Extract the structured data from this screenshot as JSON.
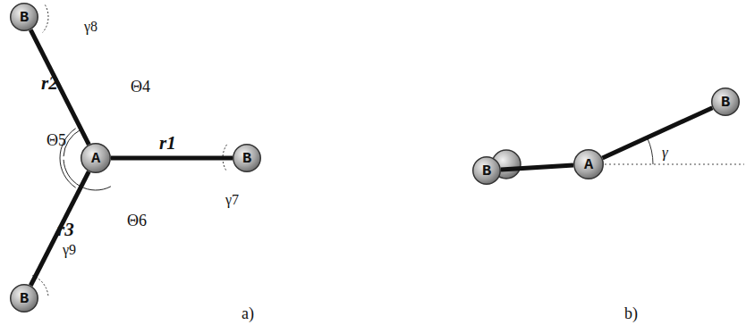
{
  "diagram": {
    "nodes": [
      {
        "text": [
          "B"
        ]
      },
      {
        "text": [
          "A"
        ]
      },
      {
        "text": [
          "B"
        ]
      },
      {
        "text": [
          "B"
        ]
      },
      {
        "text": [
          "B"
        ]
      },
      {
        "text": [
          "A"
        ]
      },
      {
        "text": [
          "B"
        ]
      }
    ],
    "edges": [
      {
        "from": 1,
        "to": 2,
        "arrow": "none"
      },
      {
        "from": 1,
        "to": 0,
        "arrow": "none"
      },
      {
        "from": 1,
        "to": 3,
        "arrow": "none"
      },
      {
        "from": 5,
        "to": 4,
        "arrow": "none"
      },
      {
        "from": 5,
        "to": 6,
        "arrow": "none"
      }
    ],
    "labels": [
      "r1",
      "r2",
      "r3",
      "Θ4",
      "Θ5",
      "Θ6",
      "γ7",
      "γ8",
      "γ9",
      "a)",
      "γ",
      "b)"
    ]
  }
}
